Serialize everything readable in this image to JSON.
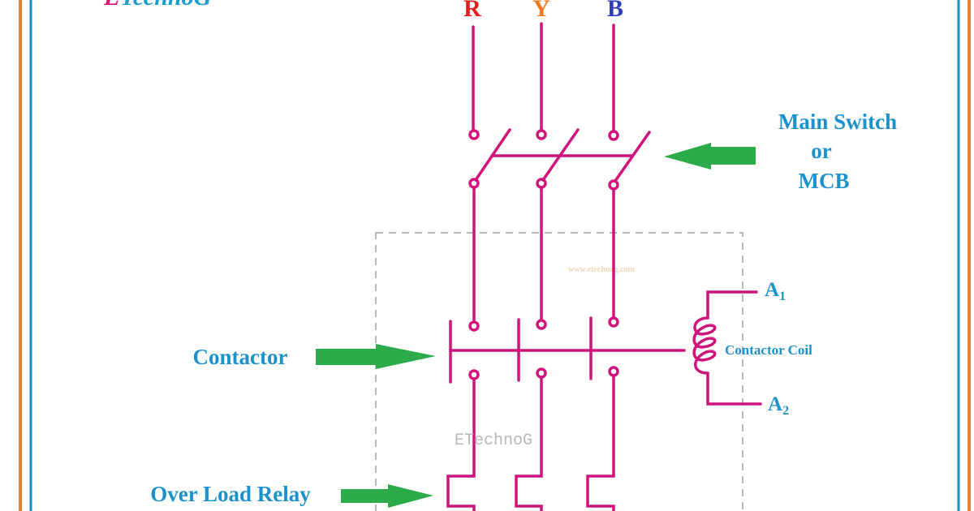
{
  "logo": {
    "text": "ETechnoG",
    "first_letter_color": "#e0157a",
    "rest_color": "#1c9bd1"
  },
  "phases": [
    {
      "label": "R",
      "color": "#e02020"
    },
    {
      "label": "Y",
      "color": "#f07a1f"
    },
    {
      "label": "B",
      "color": "#2f3fb8"
    }
  ],
  "labels": {
    "main_switch_line1": "Main Switch",
    "main_switch_line2": "or",
    "main_switch_line3": "MCB",
    "contactor": "Contactor",
    "contactor_coil": "Contactor Coil",
    "a1_letter": "A",
    "a1_sub": "1",
    "a2_letter": "A",
    "a2_sub": "2",
    "over_load_relay": "Over Load Relay"
  },
  "watermarks": {
    "url": "www.etechnog.com",
    "brand": "ETechnoG"
  },
  "colors": {
    "wire": "#d0147e",
    "label": "#1c92cc",
    "arrow": "#2bab4a",
    "border_outer": "#e2843e",
    "border_inner": "#1a8fc0",
    "dashed_box": "#8a8a8a",
    "watermark_url": "#f0d6b8",
    "watermark_brand": "#b8b8b8"
  }
}
